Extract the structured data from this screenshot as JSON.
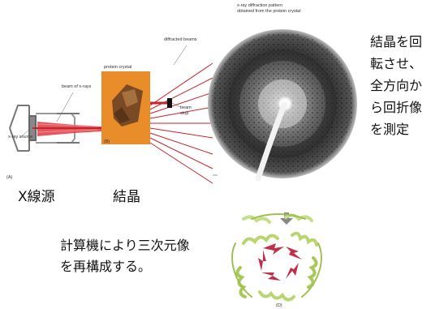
{
  "xray_diagram": {
    "diffraction_label": "x-ray diffraction pattern\nobtained from the protein crystal",
    "diffracted_beams_label": "diffracted beams",
    "beam_label": "beam of x-rays",
    "xray_source_label": "x-ray source",
    "crystal_label": "protein crystal",
    "beam_stop_label": "beam\nstop",
    "panel_a": "(A)",
    "panel_b": "(B)",
    "panel_d": "(D)"
  },
  "captions": {
    "xray_source": "X線源",
    "crystal": "結晶",
    "rotation_note": [
      "結晶を回",
      "転させ、",
      "全方向か",
      "ら回折像",
      "を測定"
    ],
    "reconstruction": [
      "計算機により三次元像",
      "を再構成する。"
    ]
  },
  "colors": {
    "beam": "#d8323a",
    "crystal_bg": "#e98c2a",
    "crystal": "#7a4a24",
    "pattern_dark": "#2a2a2a",
    "ribbon_green": "#b9d66e",
    "ribbon_red": "#c0304a"
  }
}
